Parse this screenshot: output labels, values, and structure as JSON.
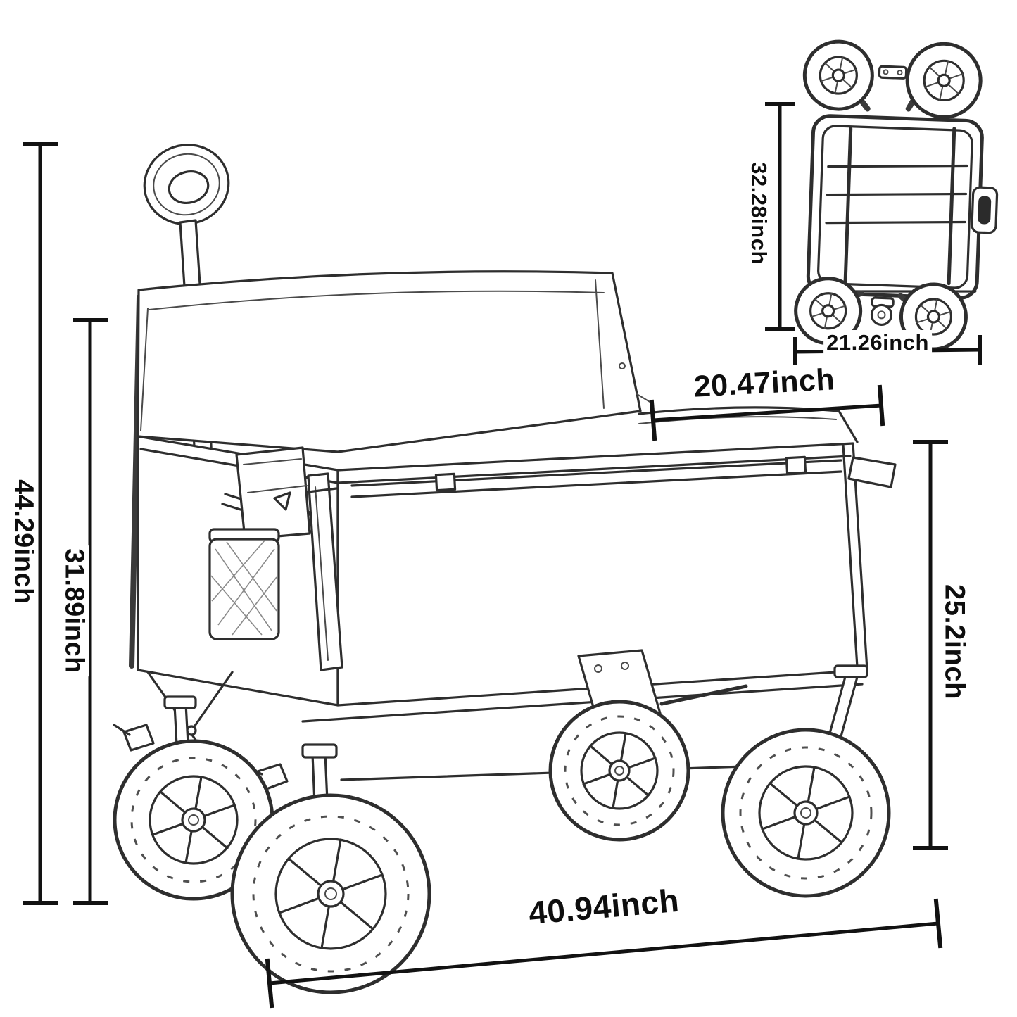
{
  "colors": {
    "ink": "#141414",
    "background": "#ffffff"
  },
  "main_view": {
    "label": "wagon-expanded-view",
    "dimensions": {
      "total_height": "44.29inch",
      "body_height": "31.89inch",
      "rear_opening_width": "20.47inch",
      "bed_height": "25.2inch",
      "overall_length": "40.94inch"
    }
  },
  "folded_view": {
    "label": "wagon-folded-view",
    "dimensions": {
      "folded_length": "32.28inch",
      "folded_width": "21.26inch"
    }
  }
}
